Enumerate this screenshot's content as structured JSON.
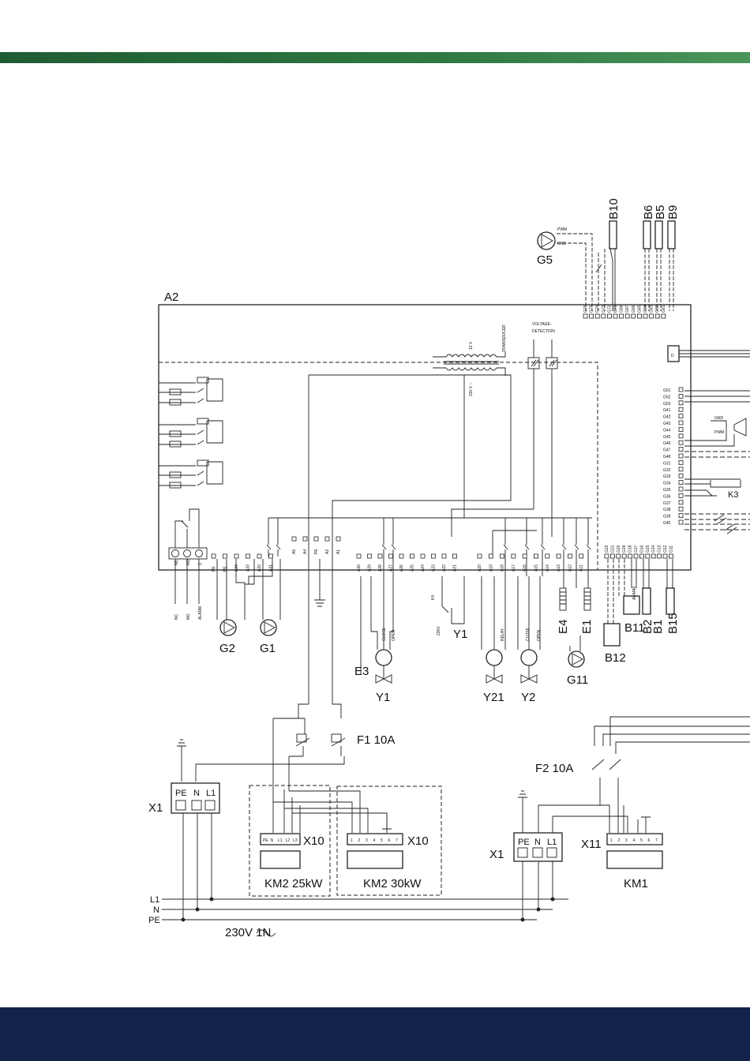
{
  "colors": {
    "topbar": "#2f7a43",
    "footer": "#13224a",
    "ink": "#222222"
  },
  "board": "A2",
  "labels": {
    "voltage_detection_1": "VOLTAGE-",
    "voltage_detection_2": "DETECTION",
    "transducer": "TRANSDUCER",
    "v12": "12 V",
    "v230": "230 V ~",
    "pwm": "PWM",
    "gnd": "GND",
    "d": "D",
    "alarm": "ALARM",
    "nc": "NC",
    "no": "NO",
    "c": "C",
    "relay": "RELAY",
    "close": "CLOSE",
    "open": "OPEN",
    "k4": "K4",
    "v230small": "230V"
  },
  "components": {
    "g5": "G5",
    "b10": "B10",
    "b6": "B6",
    "b5": "B5",
    "b9": "B9",
    "g2": "G2",
    "g1": "G1",
    "e3": "E3",
    "y1": "Y1",
    "y1b": "Y1",
    "y21": "Y21",
    "y2": "Y2",
    "g11": "G11",
    "e4": "E4",
    "e1": "E1",
    "b12": "B12",
    "b11": "B11",
    "b2": "B2",
    "b1": "B1",
    "b15": "B15",
    "k3": "K3",
    "f1": "F1 10A",
    "f2": "F2 10A",
    "x1a": "X1",
    "x1b": "X1",
    "x10a": "X10",
    "x10b": "X10",
    "x11": "X11",
    "km2a": "KM2 25kW",
    "km2b": "KM2  30kW",
    "km1": "KM1"
  },
  "bus": {
    "l1": "L1",
    "n": "N",
    "pe": "PE"
  },
  "supply": "230V 1N",
  "terminals": {
    "g_top": [
      "G76",
      "G75",
      "G74",
      "G73",
      "G72",
      "G71",
      "G68",
      "G67",
      "G66",
      "G65",
      "G64",
      "G63",
      "G62",
      "G61"
    ],
    "g_right": [
      "G51",
      "G52",
      "G53",
      "G41",
      "G42",
      "G43",
      "G44",
      "G45",
      "G46",
      "G47",
      "G48",
      "G31",
      "G32",
      "G33",
      "G34",
      "G35",
      "G36",
      "G37",
      "G38",
      "G39",
      "G40"
    ],
    "g_bottom": [
      "G22",
      "G21",
      "G20",
      "G19",
      "G18",
      "G17",
      "G16",
      "G15",
      "G14",
      "G13",
      "G12",
      "G11"
    ],
    "a_mid": [
      "A5",
      "A4",
      "PE",
      "A2",
      "A1"
    ],
    "a_row1": [
      "PE",
      "PE",
      "A34",
      "A33",
      "A32",
      "A31"
    ],
    "a_row2": [
      "A30",
      "A29",
      "A28",
      "A27",
      "A26",
      "A25",
      "A24",
      "A23",
      "A22",
      "A21"
    ],
    "a_row3": [
      "A20",
      "A19",
      "A18",
      "A17",
      "A16",
      "A15",
      "A14",
      "A13",
      "A12",
      "A11"
    ],
    "x1": [
      "PE",
      "N",
      "L1"
    ],
    "x10a_top": [
      "PE",
      "N",
      "L1",
      "L2",
      "L3"
    ],
    "x10b_top": [
      "1",
      "2",
      "3",
      "4",
      "5",
      "6",
      "7"
    ],
    "x11_top": [
      "1",
      "2",
      "3",
      "4",
      "5",
      "6",
      "7"
    ]
  }
}
